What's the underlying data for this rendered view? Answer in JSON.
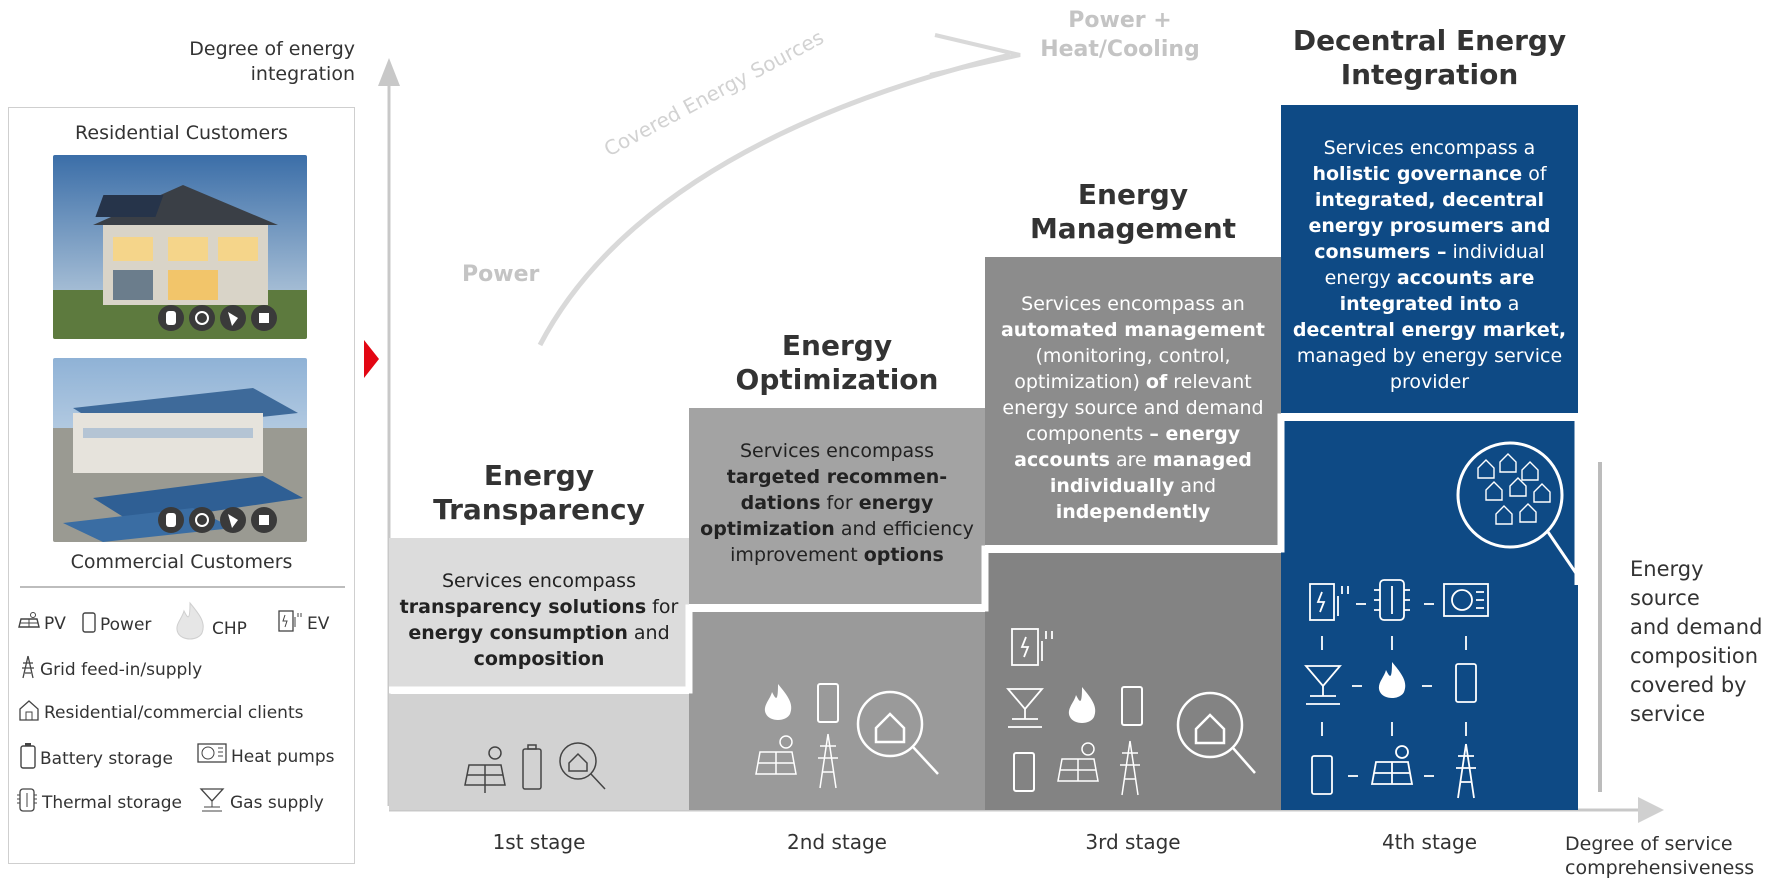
{
  "axes": {
    "y_label_line1": "Degree of energy",
    "y_label_line2": "integration",
    "x_label_line1": "Degree of service",
    "x_label_line2": "comprehensiveness"
  },
  "energy_sources": {
    "power": "Power",
    "power_heat_line1": "Power +",
    "power_heat_line2": "Heat/Cooling",
    "arrow_label": "Covered Energy Sources"
  },
  "customers": {
    "residential": "Residential Customers",
    "commercial": "Commercial Customers"
  },
  "legend": {
    "pv": "PV",
    "power": "Power",
    "chp": "CHP",
    "ev": "EV",
    "grid": "Grid feed-in/supply",
    "clients": "Residential/commercial clients",
    "battery": "Battery storage",
    "heat_pumps": "Heat pumps",
    "thermal": "Thermal storage",
    "gas": "Gas supply"
  },
  "stages": [
    {
      "label": "1st stage",
      "title_line1": "Energy",
      "title_line2": "Transparency",
      "text": [
        "Services encompass",
        "transparency solutions",
        " for",
        "energy consumption",
        " and",
        "composition"
      ]
    },
    {
      "label": "2nd stage",
      "title_line1": "Energy",
      "title_line2": "Optimization",
      "text": [
        "Services encompass",
        "targeted recommen-",
        "dations",
        " for ",
        "energy",
        "optimization",
        " and efficiency",
        "improvement ",
        "options"
      ]
    },
    {
      "label": "3rd stage",
      "title_line1": "Energy",
      "title_line2": "Management",
      "text": [
        "Services encompass an",
        "automated management",
        "(monitoring, control,",
        "optimization) ",
        "of",
        " relevant",
        "energy source and demand",
        "components ",
        "– energy",
        "accounts",
        " are ",
        "managed",
        "individually",
        " and",
        "independently"
      ]
    },
    {
      "label": "4th stage",
      "title_line1": "Decentral Energy",
      "title_line2": "Integration",
      "text": [
        "Services encompass a",
        "holistic governance",
        " of",
        "integrated, decentral",
        "energy prosumers and",
        "consumers –",
        " individual",
        "energy ",
        "accounts are",
        "integrated into",
        " a",
        "decentral energy market,",
        "managed by energy service",
        "provider"
      ]
    }
  ],
  "side_note": [
    "Energy source",
    "and demand",
    "composition",
    "covered by",
    "service"
  ],
  "colors": {
    "stage1_light": "#dcdcdc",
    "stage1_dark": "#d2d2d2",
    "stage2_light": "#a0a0a0",
    "stage2_dark": "#999999",
    "stage3_light": "#8c8c8c",
    "stage3_dark": "#828282",
    "stage4": "#0e4a85",
    "accent_red": "#e30613",
    "axis_gray": "#c8c8c8"
  }
}
